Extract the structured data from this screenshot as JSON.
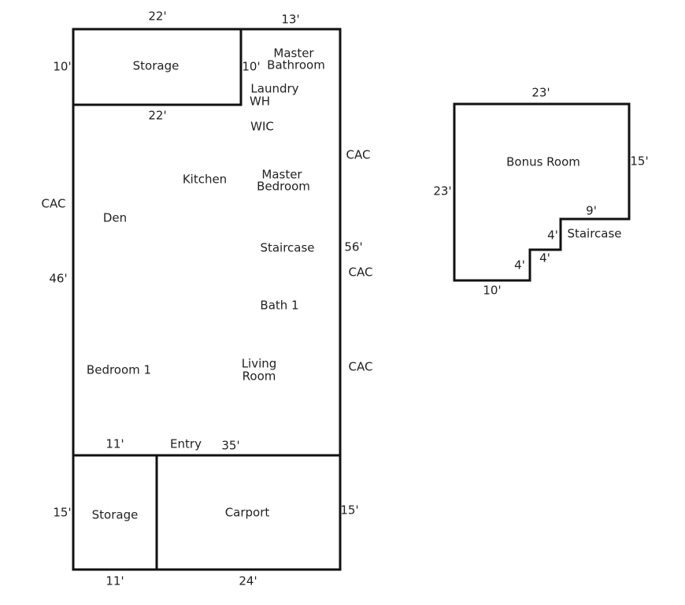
{
  "colors": {
    "wall": "#111111",
    "text": "#222222",
    "background": "#ffffff"
  },
  "main_plan": {
    "rooms": {
      "storage_top": "Storage",
      "master_bathroom": [
        "Master",
        "Bathroom"
      ],
      "laundry_wh": [
        "Laundry",
        "WH"
      ],
      "wic": "WIC",
      "kitchen": "Kitchen",
      "master_bedroom": [
        "Master",
        "Bedroom"
      ],
      "den": "Den",
      "staircase": "Staircase",
      "bath_1": "Bath 1",
      "bedroom_1": "Bedroom 1",
      "living_room": [
        "Living",
        "Room"
      ],
      "entry": "Entry",
      "storage_bottom": "Storage",
      "carport": "Carport"
    },
    "cac_labels": {
      "left": "CAC",
      "right_1": "CAC",
      "right_2": "CAC",
      "right_3": "CAC"
    },
    "dimensions": {
      "top_storage_width": "22'",
      "top_right_width": "13'",
      "storage_left_height": "10'",
      "storage_right_height": "10'",
      "storage_bottom_width": "22'",
      "overall_left_height": "46'",
      "overall_right_height": "56'",
      "entry_left_width": "11'",
      "entry_right_width": "35'",
      "bottom_left_height": "15'",
      "bottom_right_height": "15'",
      "bottom_storage_width": "11'",
      "bottom_carport_width": "24'"
    }
  },
  "bonus_plan": {
    "rooms": {
      "bonus_room": "Bonus Room",
      "staircase": "Staircase"
    },
    "dimensions": {
      "top": "23'",
      "left": "23'",
      "right": "15'",
      "step_top": "9'",
      "step_vertical_upper": "4'",
      "step_horizontal": "4'",
      "step_vertical_lower": "4'",
      "bottom": "10'"
    }
  }
}
